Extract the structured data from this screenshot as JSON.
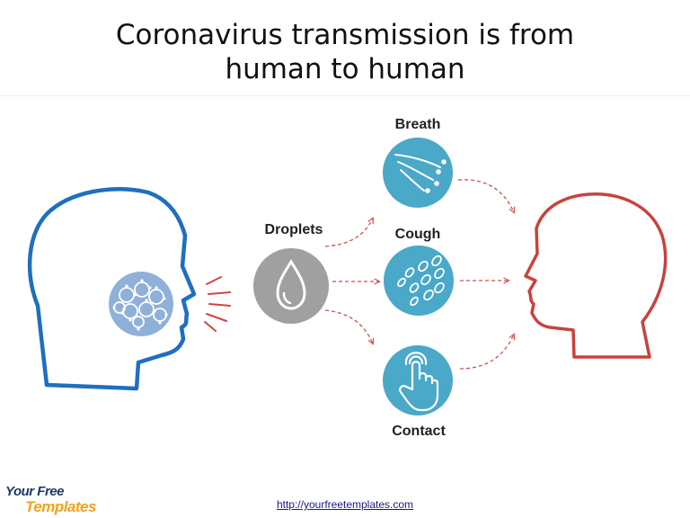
{
  "title_line1": "Coronavirus transmission is from",
  "title_line2": "human to human",
  "nodes": {
    "droplets": {
      "label": "Droplets",
      "icon": "water-drop-icon",
      "color": "#a0a0a0"
    },
    "breath": {
      "label": "Breath",
      "icon": "airflow-icon",
      "color": "#4aa8c8"
    },
    "cough": {
      "label": "Cough",
      "icon": "spray-particles-icon",
      "color": "#4aa8c8"
    },
    "contact": {
      "label": "Contact",
      "icon": "touch-hand-icon",
      "color": "#4aa8c8"
    }
  },
  "people": {
    "source": {
      "icon": "infected-head-icon",
      "color": "#1e6fc0",
      "virus_color": "#8fb0d8"
    },
    "target": {
      "icon": "healthy-head-icon",
      "color": "#c9423d"
    }
  },
  "arrow_color": "#d05050",
  "footer": {
    "url": "http://yourfreetemplates.com",
    "logo_line1": "Your Free",
    "logo_line2": "Templates"
  }
}
